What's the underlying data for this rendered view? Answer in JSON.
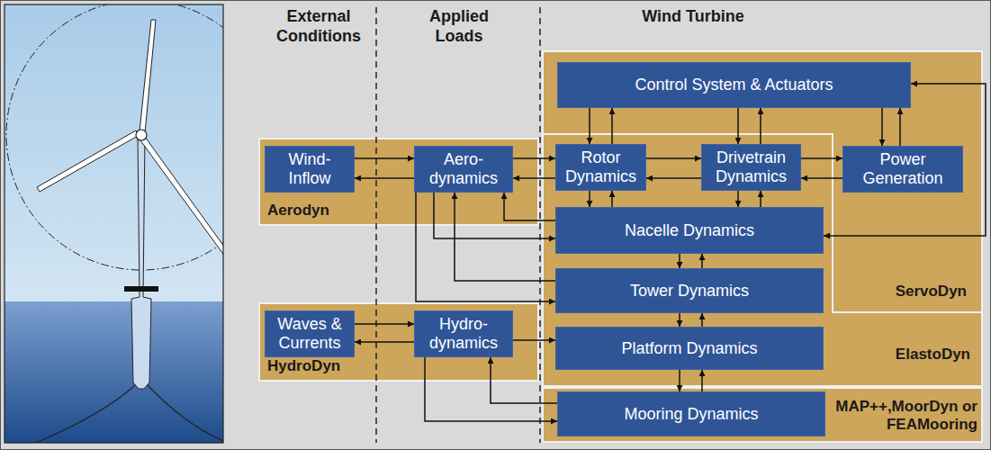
{
  "diagram": {
    "nodes": [
      {
        "text": [
          "Aerodyn"
        ]
      },
      {
        "text": [
          "Wind- Inflow"
        ],
        "in": 0
      },
      {
        "text": [
          "Aero- dynamics"
        ],
        "in": 0
      },
      {
        "text": [
          "HydroDyn"
        ]
      },
      {
        "text": [
          "Waves & Currents"
        ],
        "in": 3
      },
      {
        "text": [
          "Hydro- dynamics"
        ],
        "in": 3
      },
      {
        "text": [
          "ServoDyn"
        ]
      },
      {
        "text": [
          "Control System & Actuators"
        ],
        "in": 6
      },
      {
        "text": [
          "Power Generation"
        ],
        "in": 6
      },
      {
        "text": [
          "ElastoDyn"
        ]
      },
      {
        "text": [
          "Rotor Dynamics"
        ],
        "in": 9
      },
      {
        "text": [
          "Drivetrain Dynamics"
        ],
        "in": 9
      },
      {
        "text": [
          "Nacelle Dynamics"
        ],
        "in": 9
      },
      {
        "text": [
          "Tower Dynamics"
        ],
        "in": 9
      },
      {
        "text": [
          "Platform Dynamics"
        ],
        "in": 9
      },
      {
        "text": [
          "MAP++,MoorDyn or FEAMooring"
        ]
      },
      {
        "text": [
          "Mooring Dynamics"
        ],
        "in": 15
      }
    ],
    "edges": [
      {
        "from": 1,
        "to": 2,
        "arrow": "to"
      },
      {
        "from": 2,
        "to": 1,
        "arrow": "to"
      },
      {
        "from": 2,
        "to": 10,
        "arrow": "to"
      },
      {
        "from": 10,
        "to": 2,
        "arrow": "to"
      },
      {
        "from": 10,
        "to": 11,
        "arrow": "to"
      },
      {
        "from": 11,
        "to": 10,
        "arrow": "to"
      },
      {
        "from": 11,
        "to": 8,
        "arrow": "to"
      },
      {
        "from": 8,
        "to": 11,
        "arrow": "to"
      },
      {
        "from": 7,
        "to": 10,
        "arrow": "to"
      },
      {
        "from": 10,
        "to": 7,
        "arrow": "to"
      },
      {
        "from": 7,
        "to": 11,
        "arrow": "to"
      },
      {
        "from": 11,
        "to": 7,
        "arrow": "to"
      },
      {
        "from": 7,
        "to": 8,
        "arrow": "to"
      },
      {
        "from": 8,
        "to": 7,
        "arrow": "to"
      },
      {
        "from": 10,
        "to": 12,
        "arrow": "to"
      },
      {
        "from": 12,
        "to": 10,
        "arrow": "to"
      },
      {
        "from": 11,
        "to": 12,
        "arrow": "to"
      },
      {
        "from": 12,
        "to": 11,
        "arrow": "to"
      },
      {
        "from": 12,
        "to": 13,
        "arrow": "to"
      },
      {
        "from": 13,
        "to": 12,
        "arrow": "to"
      },
      {
        "from": 13,
        "to": 14,
        "arrow": "to"
      },
      {
        "from": 14,
        "to": 13,
        "arrow": "to"
      },
      {
        "from": 14,
        "to": 16,
        "arrow": "to"
      },
      {
        "from": 16,
        "to": 14,
        "arrow": "to"
      },
      {
        "from": 2,
        "to": 12,
        "arrow": "to"
      },
      {
        "from": 12,
        "to": 2,
        "arrow": "to"
      },
      {
        "from": 2,
        "to": 13,
        "arrow": "to"
      },
      {
        "from": 13,
        "to": 2,
        "arrow": "to"
      },
      {
        "from": 4,
        "to": 5,
        "arrow": "to"
      },
      {
        "from": 5,
        "to": 4,
        "arrow": "to"
      },
      {
        "from": 5,
        "to": 14,
        "arrow": "to"
      },
      {
        "from": 5,
        "to": 16,
        "arrow": "to"
      },
      {
        "from": 16,
        "to": 5,
        "arrow": "to"
      },
      {
        "from": 7,
        "to": 12,
        "arrow": "both"
      }
    ],
    "labels": [
      "External Conditions",
      "Applied Loads",
      "Wind Turbine"
    ]
  }
}
